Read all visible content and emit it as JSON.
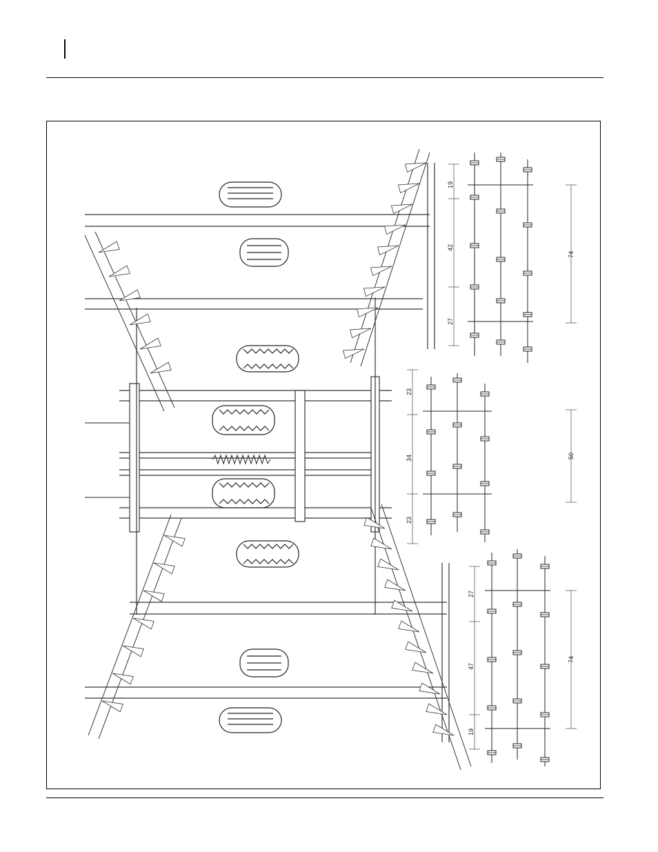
{
  "figure": {
    "dimensions": {
      "right_upper_a": "19",
      "right_upper_b": "42",
      "right_upper_c": "27",
      "right_total": "74",
      "center_a": "23",
      "center_b": "34",
      "center_c": "23",
      "center_total": "50",
      "left_a": "27",
      "left_b": "47",
      "left_c": "19",
      "left_total": "74"
    }
  }
}
